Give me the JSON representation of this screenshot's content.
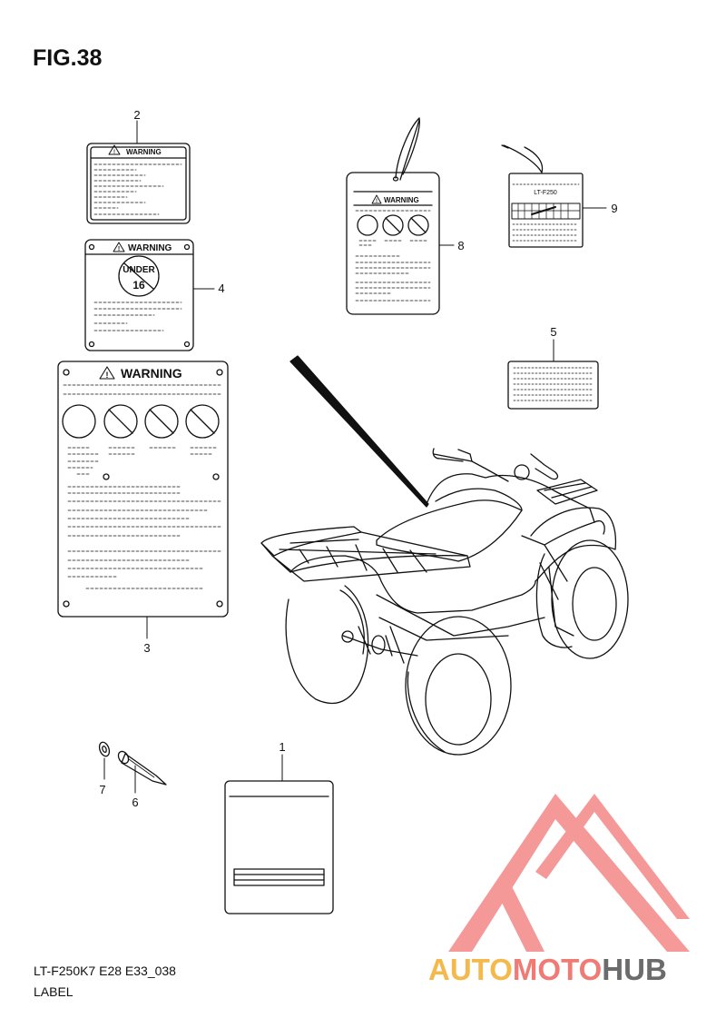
{
  "figure": {
    "title": "FIG.38",
    "code": "LT-F250K7 E28 E33_038",
    "caption": "LABEL"
  },
  "callouts": {
    "c1": "1",
    "c2": "2",
    "c3": "3",
    "c4": "4",
    "c5": "5",
    "c6": "6",
    "c7": "7",
    "c8": "8",
    "c9": "9"
  },
  "labels": {
    "warning": "WARNING",
    "under": "UNDER",
    "age": "16",
    "model": "LT-F250"
  },
  "watermark": {
    "part1": "AUTO",
    "part2": "MOTO",
    "part3": "HUB",
    "colors": {
      "auto": "#f5b84a",
      "moto": "#f07a74",
      "hub": "#6b6b6b",
      "logo": "#f26d6d"
    }
  }
}
